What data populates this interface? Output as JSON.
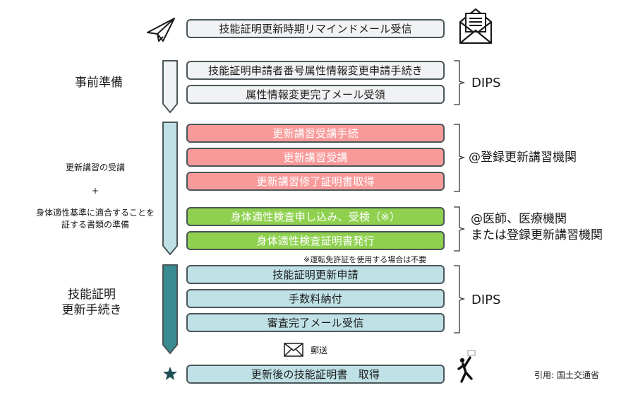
{
  "diagram_title": "技能証明更新手続きの流れ",
  "colors": {
    "gray_box": "#f1f2f3",
    "red_box": "#f99a9a",
    "green_box": "#8fd14f",
    "teal_box": "#bfe1e6",
    "dark_teal_arrow": "#3a8a92",
    "border": "#4a5659"
  },
  "top": {
    "step": "技能証明更新時期リマインドメール受信",
    "left_icon": "paper-plane-icon",
    "right_icon": "open-envelope-icon"
  },
  "phases": [
    {
      "label": "事前準備",
      "steps": [
        "技能証明申請者番号属性情報変更申請手続き",
        "属性情報変更完了メール受領"
      ],
      "brace_label": "DIPS"
    },
    {
      "label_lines": [
        "更新講習の受講",
        "+",
        "身体適性基準に適合することを",
        "証する書類の準備"
      ],
      "groups": [
        {
          "steps": [
            "更新講習受講手続",
            "更新講習受講",
            "更新講習修了証明書取得"
          ],
          "brace_label": "@登録更新講習機関"
        },
        {
          "steps": [
            "身体適性検査申し込み、受検（※）",
            "身体適性検査証明書発行"
          ],
          "brace_label_lines": [
            "@医師、医療機関",
            "または登録更新講習機関"
          ]
        }
      ],
      "note": "※運転免許証を使用する場合は不要"
    },
    {
      "label_lines": [
        "技能証明",
        "更新手続き"
      ],
      "steps": [
        "技能証明更新申請",
        "手数料納付",
        "審査完了メール受信"
      ],
      "brace_label": "DIPS"
    }
  ],
  "mail": {
    "icon": "envelope-icon",
    "label": "郵送"
  },
  "final": {
    "icon": "star-icon",
    "step": "更新後の技能証明書　取得",
    "right_icon": "running-person-icon"
  },
  "credit": "引用: 国土交通省"
}
